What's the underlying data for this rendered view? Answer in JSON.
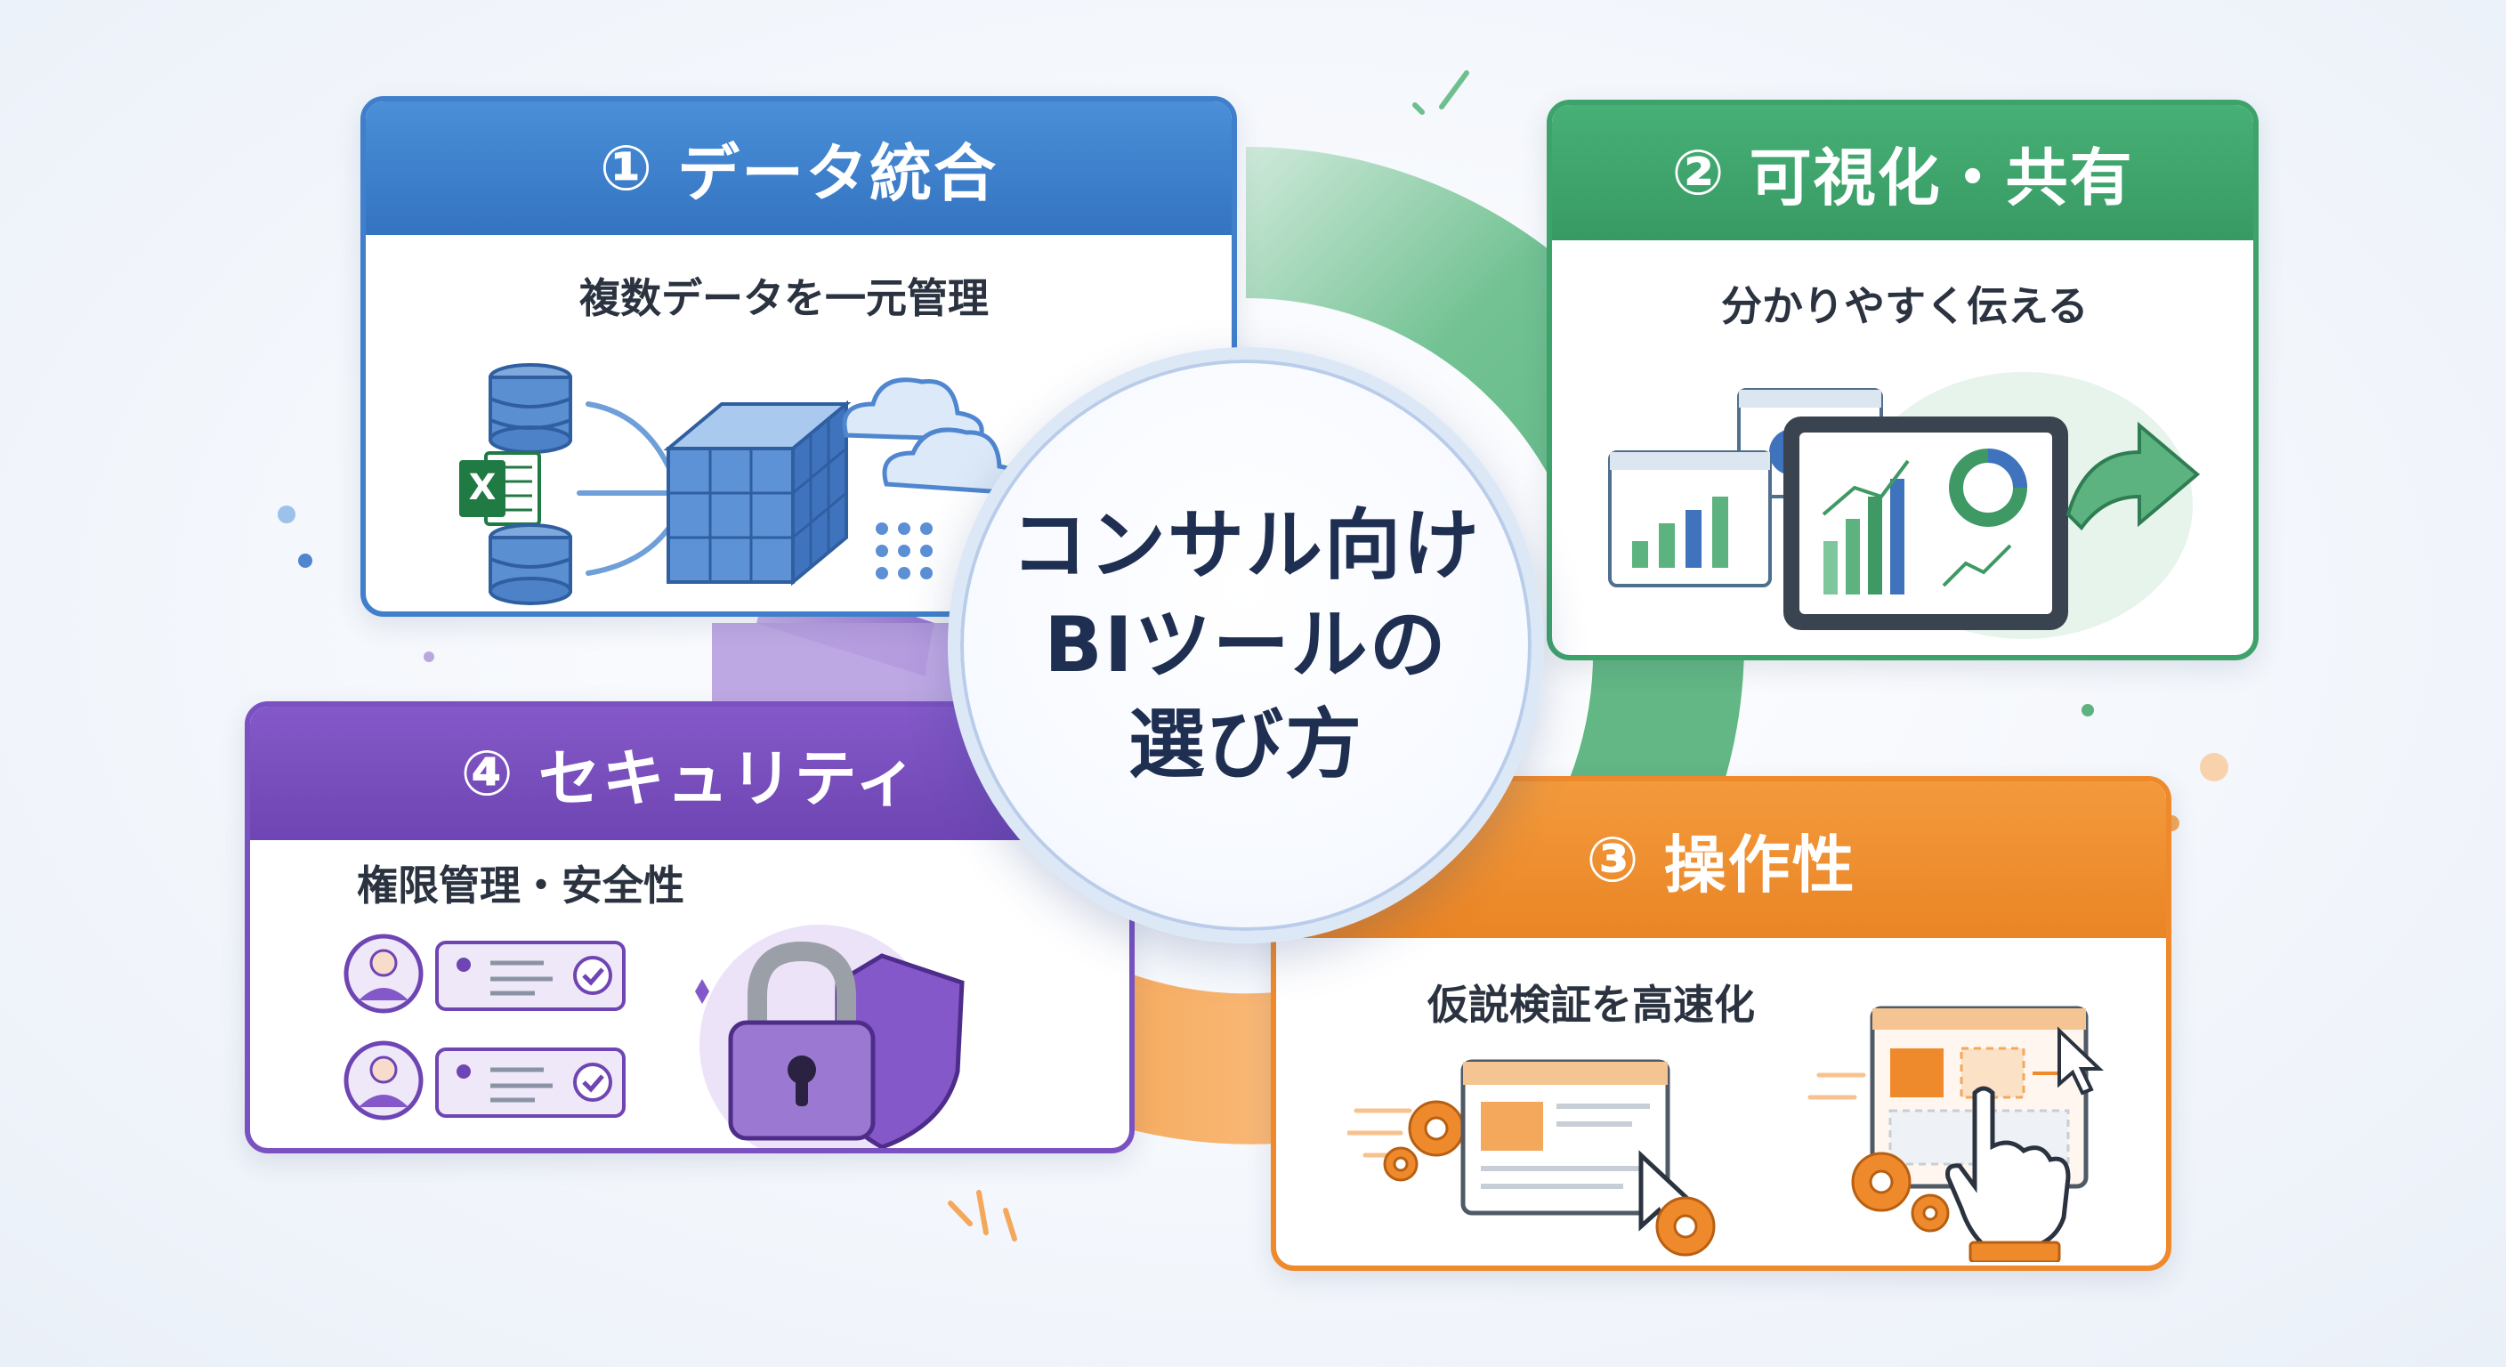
{
  "center": {
    "lines": [
      "コンサル向け",
      "BIツールの",
      "選び方"
    ]
  },
  "cards": [
    {
      "num": "①",
      "title": "データ統合",
      "subtitle": "複数データを一元管理",
      "color": "#3f7fcb"
    },
    {
      "num": "②",
      "title": "可視化・共有",
      "subtitle": "分かりやすく伝える",
      "color": "#3ea36b"
    },
    {
      "num": "③",
      "title": "操作性",
      "subtitle": "仮説検証を高速化",
      "color": "#ef8a2c"
    },
    {
      "num": "④",
      "title": "セキュリティ",
      "subtitle": "権限管理・安全性",
      "color": "#7a51c0"
    }
  ],
  "icons": {
    "excel_label": "X"
  },
  "ring_colors": [
    "#8fc8a6",
    "#6fbf8e",
    "#f3a85c",
    "#a88ad6"
  ]
}
